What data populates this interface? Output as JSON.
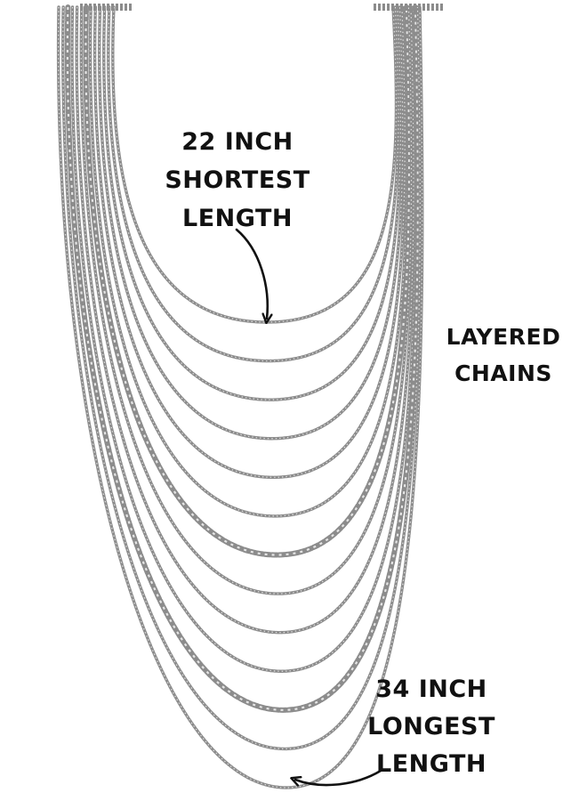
{
  "annotations": {
    "shortest": {
      "lines": [
        "22 INCH",
        "SHORTEST",
        "LENGTH"
      ]
    },
    "layered": {
      "lines": [
        "LAYERED",
        "CHAINS"
      ]
    },
    "longest": {
      "lines": [
        "34 INCH",
        "LONGEST",
        "LENGTH"
      ]
    }
  },
  "product": {
    "chain_count": 13,
    "chain_color": "#8c8c8c",
    "text_color": "#111111",
    "background": "#ffffff"
  }
}
